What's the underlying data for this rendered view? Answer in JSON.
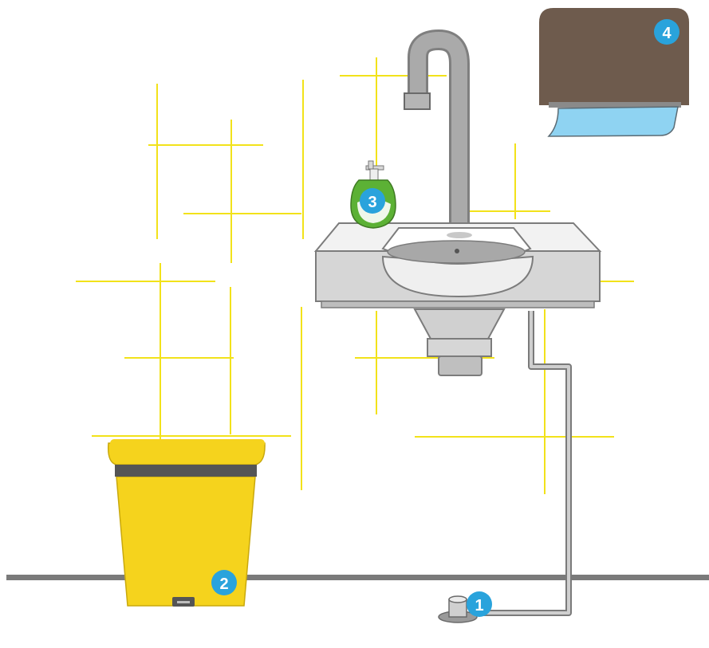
{
  "colors": {
    "background": "#ffffff",
    "tile_lines": "#f2e21a",
    "floor_line": "#7a7a7a",
    "badge": "#29a3dc",
    "badge_text": "#ffffff",
    "bin_body": "#f5d31d",
    "bin_lid_band": "#555555",
    "dispenser": "#6e5b4d",
    "paper_towel": "#8fd3f2",
    "soap_bottle": "#5cb135",
    "sink": "#dedede",
    "pipe": "#a0a0a0"
  },
  "badges": [
    {
      "number": "1",
      "target": "foot-pedal"
    },
    {
      "number": "2",
      "target": "pedal-trash-bin"
    },
    {
      "number": "3",
      "target": "soap-dispenser"
    },
    {
      "number": "4",
      "target": "paper-towel-dispenser"
    }
  ]
}
